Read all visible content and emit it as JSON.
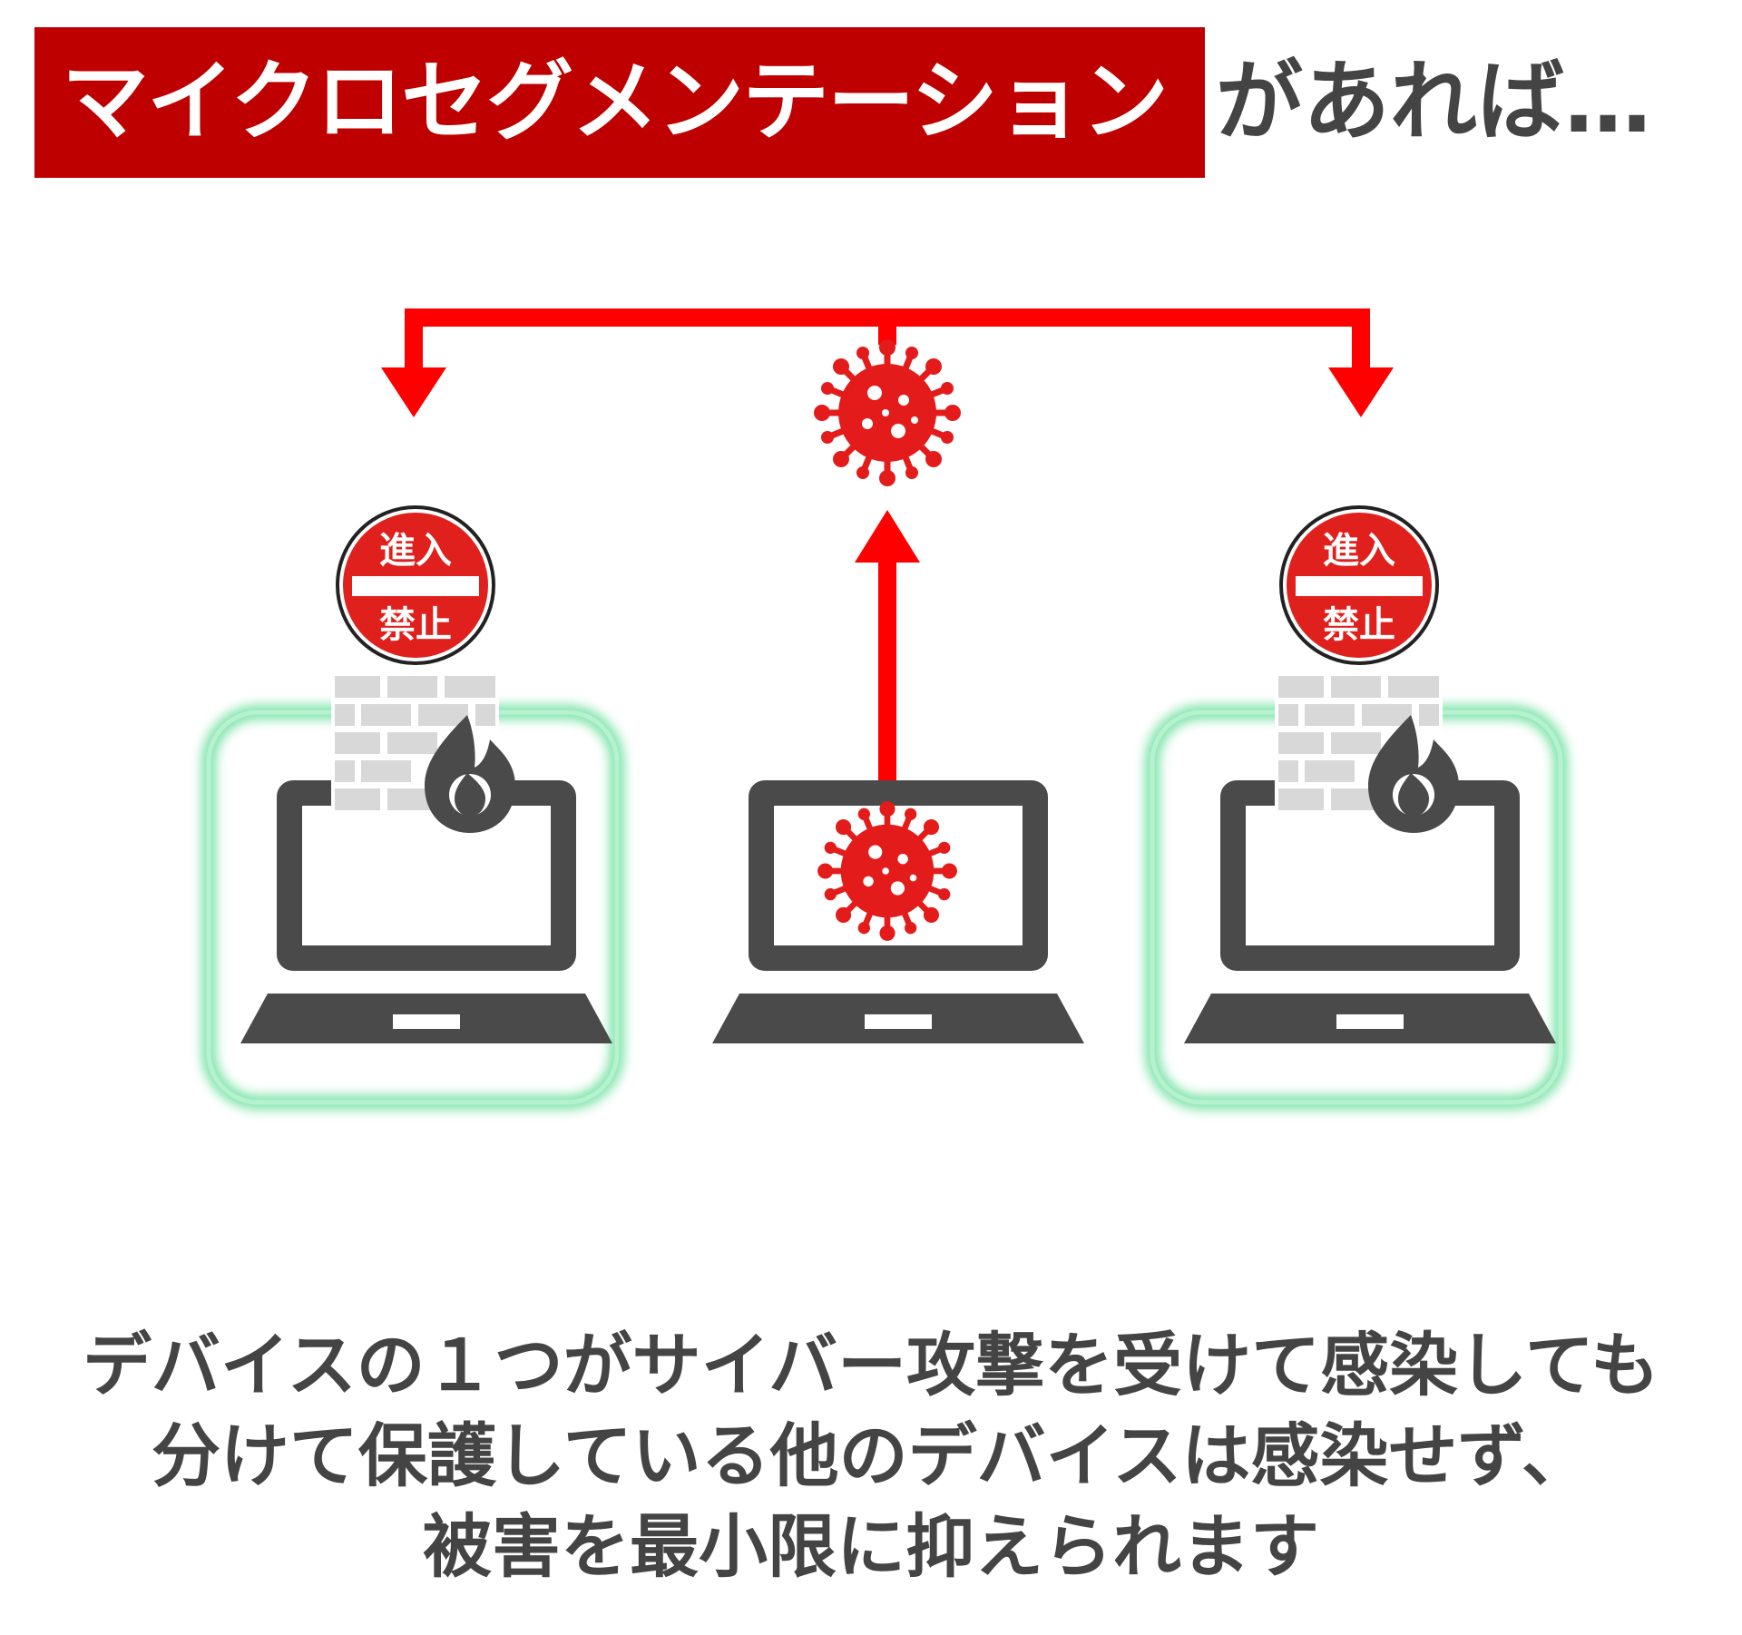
{
  "title": {
    "highlight": "マイクロセグメンテーション",
    "suffix": "があれば…"
  },
  "signs": [
    {
      "top": "進入",
      "bottom": "禁止"
    },
    {
      "top": "進入",
      "bottom": "禁止"
    }
  ],
  "caption": {
    "line1": "デバイスの１つがサイバー攻撃を受けて感染しても",
    "line2": "分けて保護している他のデバイスは感染せず、",
    "line3": "被害を最小限に抑えられます"
  },
  "colors": {
    "title_bg": "#bf0000",
    "arrow": "#ff0000",
    "virus": "#e31b1b",
    "laptop": "#4a4a4a",
    "protected_glow": "#7be3a8",
    "text": "#444444"
  }
}
